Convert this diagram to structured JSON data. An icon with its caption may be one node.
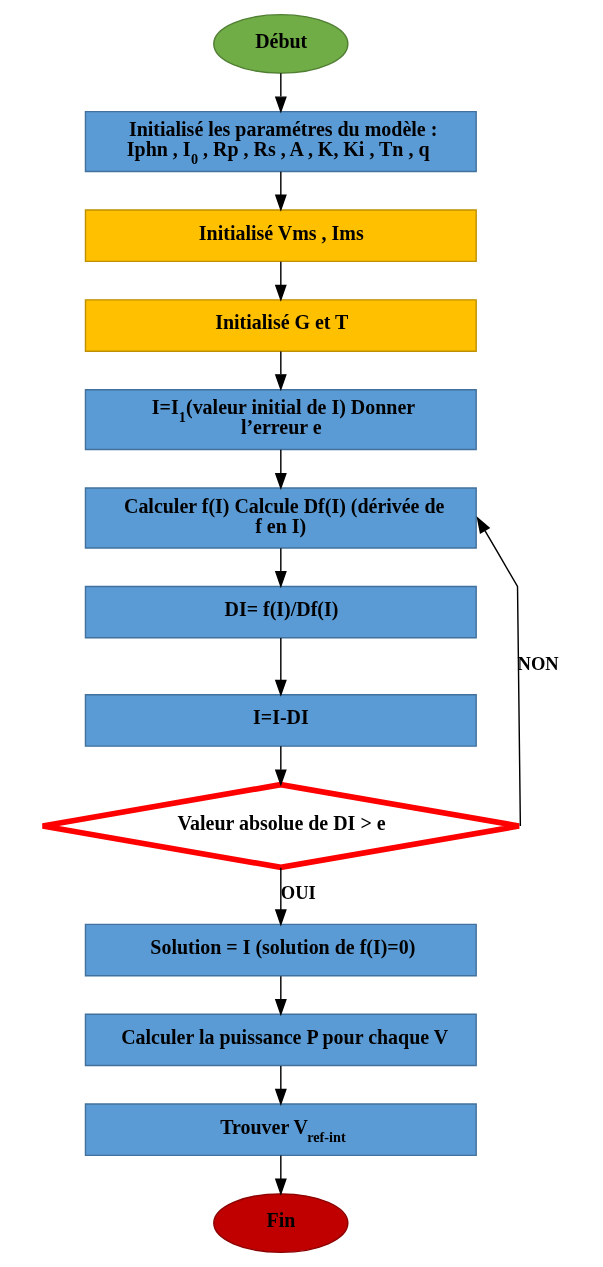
{
  "diagram": {
    "nodes": [
      {
        "text": [
          "Début"
        ]
      },
      {
        "text": [
          "Initialisé les paramétres du modèle : Iphn , I$_{0}$ , Rp , Rs , A , K, Ki , Tn , q"
        ]
      },
      {
        "text": [
          "Initialisé Vms , Ims"
        ]
      },
      {
        "text": [
          "Initialisé G et T"
        ]
      },
      {
        "text": [
          "I=I$_{1}$(valeur initial de I) Donner l’erreur e"
        ]
      },
      {
        "text": [
          "Calculer f(I) Calcule Df(I) (dérivée de f en I)"
        ]
      },
      {
        "text": [
          "DI= f(I)/Df(I)"
        ]
      },
      {
        "text": [
          "I=I-DI"
        ]
      },
      {
        "text": [
          "Valeur absolue de DI > e"
        ]
      },
      {
        "text": [
          "Solution = I (solution de f(I)=0)"
        ]
      },
      {
        "text": [
          "Calculer la puissance P pour chaque V"
        ]
      },
      {
        "text": [
          "Trouver V$_{ref-int}$"
        ]
      },
      {
        "text": [
          "Fin"
        ]
      }
    ],
    "edges": [
      {
        "from": 0,
        "to": 1,
        "arrow": "to"
      },
      {
        "from": 1,
        "to": 2,
        "arrow": "to"
      },
      {
        "from": 2,
        "to": 3,
        "arrow": "to"
      },
      {
        "from": 3,
        "to": 4,
        "arrow": "to"
      },
      {
        "from": 4,
        "to": 5,
        "arrow": "to"
      },
      {
        "from": 5,
        "to": 6,
        "arrow": "to"
      },
      {
        "from": 6,
        "to": 7,
        "arrow": "to"
      },
      {
        "from": 7,
        "to": 8,
        "arrow": "to"
      },
      {
        "from": 8,
        "to": 5,
        "arrow": "to",
        "label": "NON"
      },
      {
        "from": 8,
        "to": 9,
        "arrow": "to",
        "label": "OUI"
      },
      {
        "from": 9,
        "to": 10,
        "arrow": "to"
      },
      {
        "from": 10,
        "to": 11,
        "arrow": "to"
      },
      {
        "from": 11,
        "to": 12,
        "arrow": "to"
      }
    ]
  }
}
